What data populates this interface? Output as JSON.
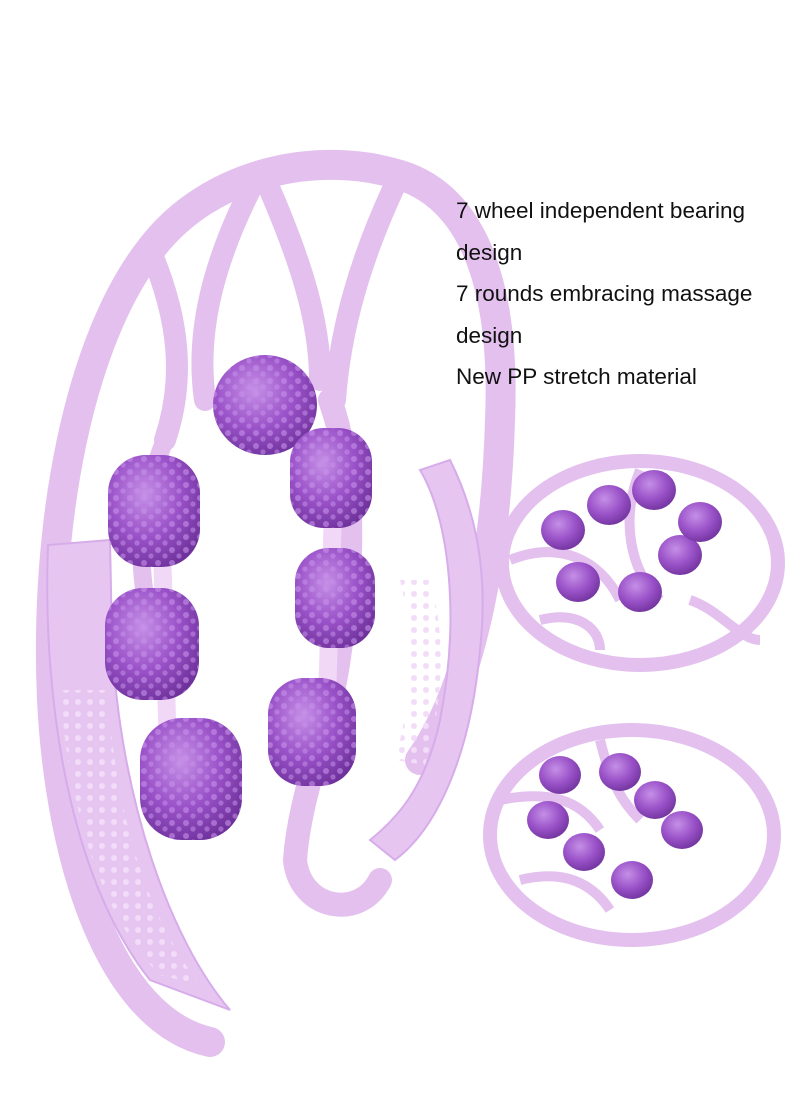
{
  "features": [
    "7 wheel independent bearing design",
    "7 rounds embracing massage design",
    "New PP stretch material"
  ],
  "colors": {
    "background": "#ffffff",
    "frame": "#e4c2ef",
    "frame_shadow": "#cfa3e0",
    "roller": "#9a52c8",
    "roller_dark": "#7a3aa8",
    "roller_light": "#c28ee6",
    "text": "#111111"
  }
}
